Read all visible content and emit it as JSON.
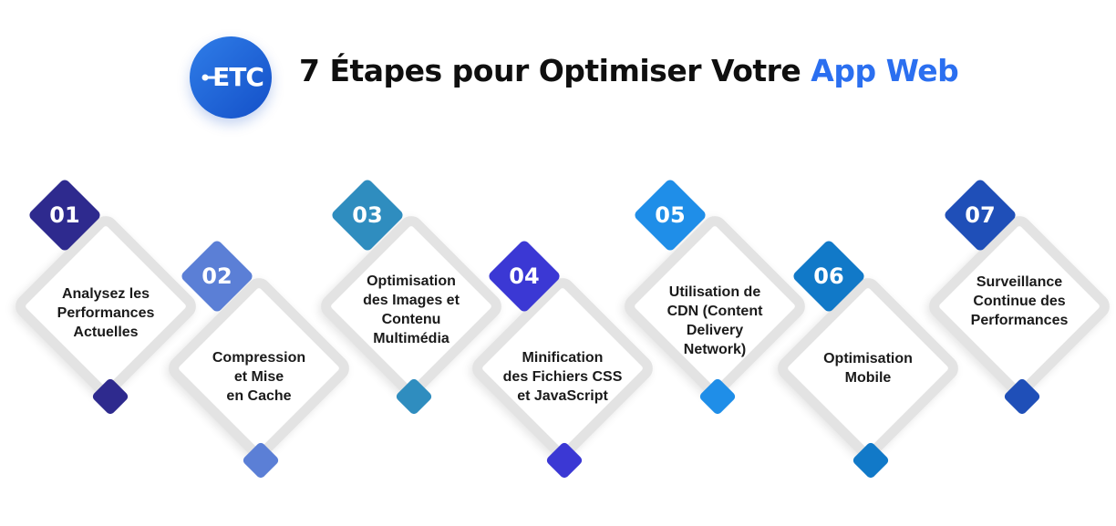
{
  "header": {
    "logo_text": "ETC",
    "title_main": "7 Étapes pour Optimiser Votre ",
    "title_highlight": "App Web"
  },
  "colors": {
    "title_highlight": "#2b6ff0",
    "diamond_border": "#e3e3e3",
    "step_01": "#2e2a8e",
    "step_02": "#5b7fd6",
    "step_03": "#2f8dbf",
    "step_04": "#3b38d4",
    "step_05": "#1f8ee8",
    "step_06": "#1179c8",
    "step_07": "#1f4fb8"
  },
  "steps": [
    {
      "number": "01",
      "label": "Analysez les\nPerformances\nActuelles"
    },
    {
      "number": "02",
      "label": "Compression\net Mise\nen Cache"
    },
    {
      "number": "03",
      "label": "Optimisation\ndes Images et\nContenu\nMultimédia"
    },
    {
      "number": "04",
      "label": "Minification\ndes Fichiers CSS\net JavaScript"
    },
    {
      "number": "05",
      "label": "Utilisation de\nCDN (Content\nDelivery\nNetwork)"
    },
    {
      "number": "06",
      "label": "Optimisation\nMobile"
    },
    {
      "number": "07",
      "label": "Surveillance\nContinue des\nPerformances"
    }
  ]
}
